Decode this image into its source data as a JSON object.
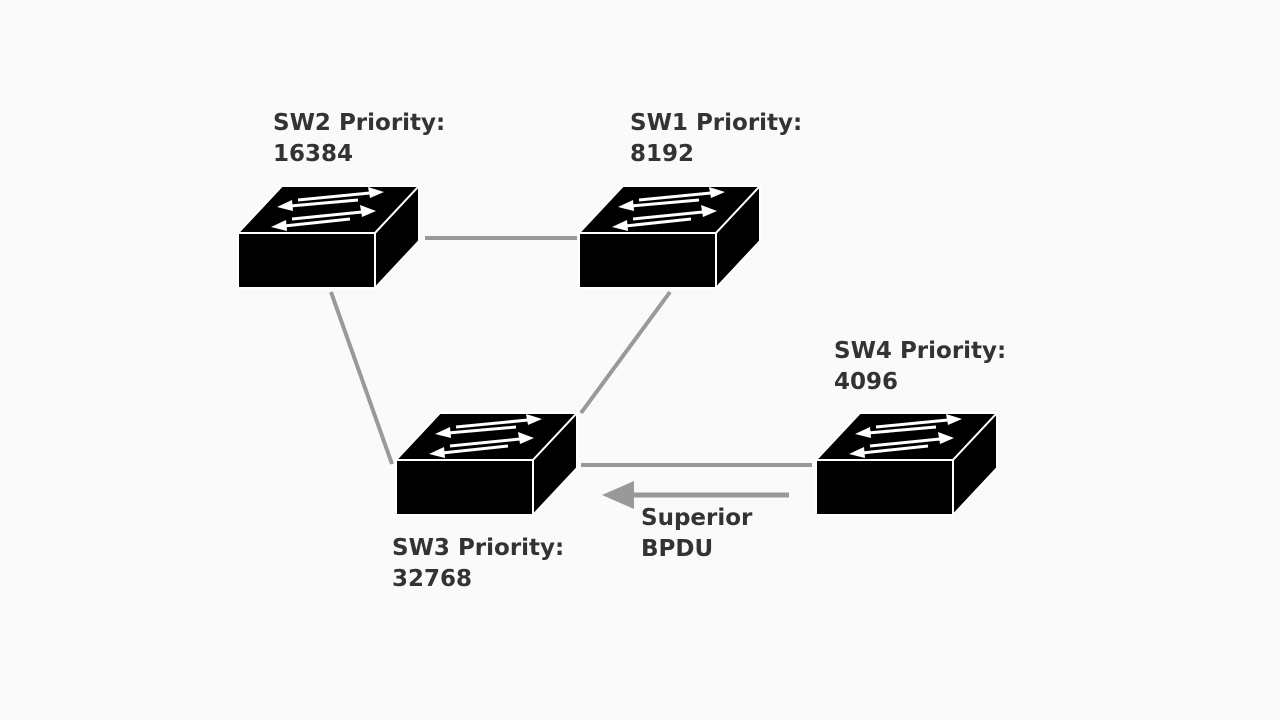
{
  "colors": {
    "background": "#fafafa",
    "switch_body": "#000000",
    "switch_edge": "#ffffff",
    "link": "#999999",
    "arrow": "#999999",
    "text": "#333333"
  },
  "switches": [
    {
      "id": "sw2",
      "line1": "SW2 Priority:",
      "line2": "16384",
      "icon": "network-switch-icon"
    },
    {
      "id": "sw1",
      "line1": "SW1 Priority:",
      "line2": "8192",
      "icon": "network-switch-icon"
    },
    {
      "id": "sw3",
      "line1": "SW3 Priority:",
      "line2": "32768",
      "icon": "network-switch-icon"
    },
    {
      "id": "sw4",
      "line1": "SW4 Priority:",
      "line2": "4096",
      "icon": "network-switch-icon"
    }
  ],
  "links": [
    {
      "from": "sw2",
      "to": "sw1"
    },
    {
      "from": "sw2",
      "to": "sw3"
    },
    {
      "from": "sw1",
      "to": "sw3"
    },
    {
      "from": "sw4",
      "to": "sw3"
    }
  ],
  "bpdu": {
    "line1": "Superior",
    "line2": "BPDU",
    "direction": "sw4-to-sw3"
  }
}
